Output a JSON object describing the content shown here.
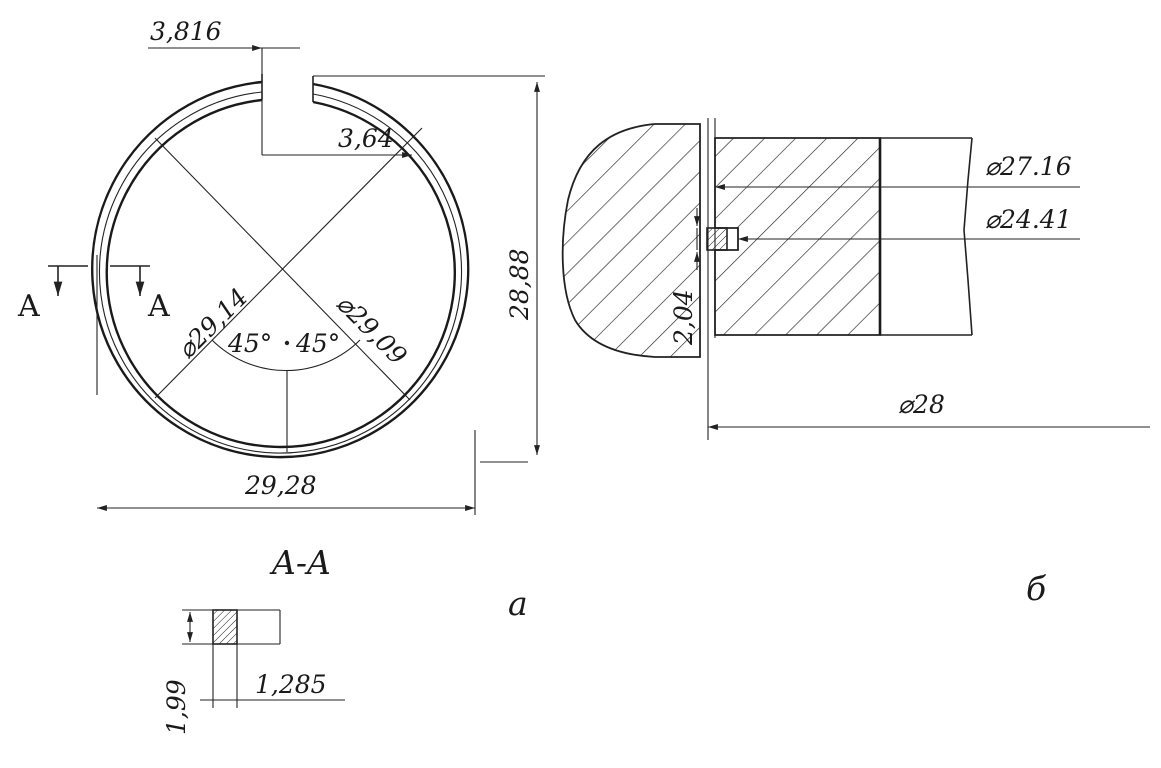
{
  "figure": {
    "ring_view": {
      "dim_gap_outer": "3,816",
      "dim_gap_inner": "3,64",
      "dim_height": "28,88",
      "dim_width": "29,28",
      "dim_diameter_left": "⌀29,14",
      "dim_diameter_right": "⌀29,09",
      "angle_left": "45°",
      "angle_right": "45°",
      "section_mark_left": "A",
      "section_mark_right": "A"
    },
    "section_view": {
      "title": "A-A",
      "dim_height": "1,99",
      "dim_width": "1,285"
    },
    "assembly_view": {
      "dim_d1": "⌀27.16",
      "dim_d2": "⌀24.41",
      "dim_gap": "2,04",
      "dim_d3": "⌀28"
    },
    "labels": {
      "part_a": "а",
      "part_b": "б"
    }
  }
}
